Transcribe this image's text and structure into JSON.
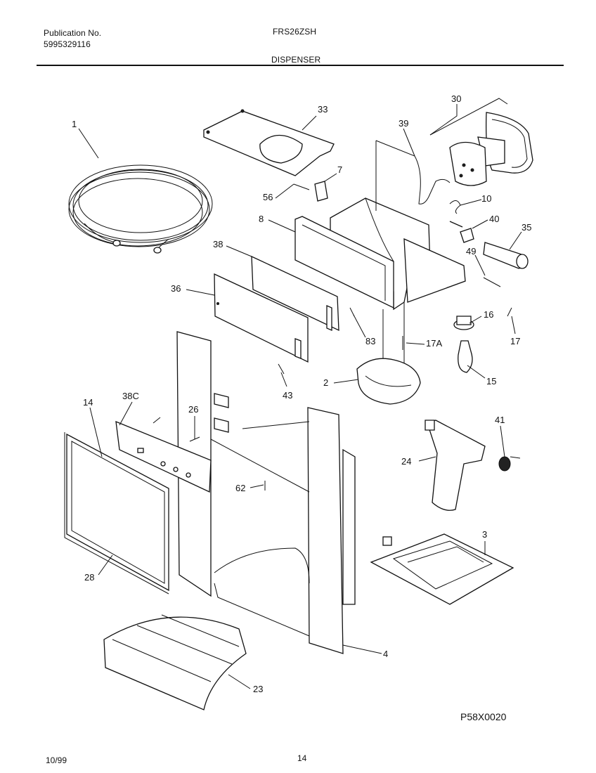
{
  "header": {
    "publication_label": "Publication No.",
    "publication_number": "5995329116",
    "model": "FRS26ZSH",
    "section": "DISPENSER"
  },
  "footer": {
    "date": "10/99",
    "page": "14",
    "drawing_code": "P58X0020"
  },
  "callouts": {
    "c1": "1",
    "c33": "33",
    "c30": "30",
    "c39": "39",
    "c7": "7",
    "c56": "56",
    "c10": "10",
    "c8": "8",
    "c40": "40",
    "c35": "35",
    "c38": "38",
    "c49": "49",
    "c36": "36",
    "c16": "16",
    "c83": "83",
    "c17a": "17A",
    "c17": "17",
    "c43": "43",
    "c2": "2",
    "c15": "15",
    "c14": "14",
    "c38c": "38C",
    "c26": "26",
    "c41": "41",
    "c24": "24",
    "c62": "62",
    "c3": "3",
    "c28": "28",
    "c4": "4",
    "c23": "23"
  }
}
